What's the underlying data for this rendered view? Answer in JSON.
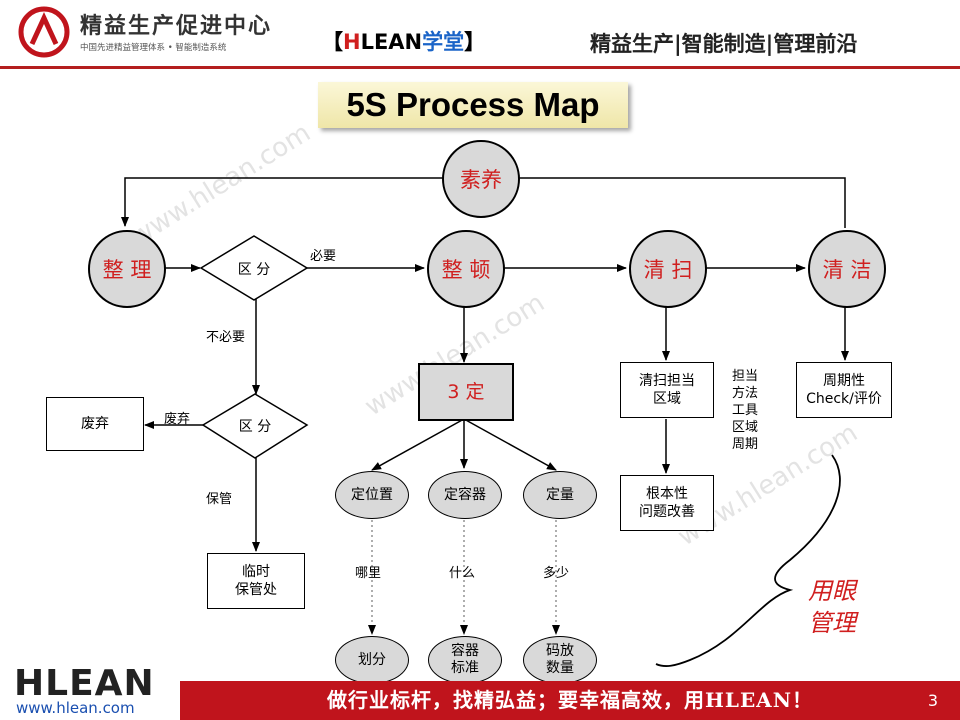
{
  "header": {
    "brand_name": "精益生产促进中心",
    "brand_sub": "中国先进精益管理体系 • 智能制造系统",
    "school_open": "【",
    "school_h": "H",
    "school_lean": "LEAN",
    "school_cn": "学堂",
    "school_close": "】",
    "slogan": "精益生产|智能制造|管理前沿"
  },
  "title": "5S Process Map",
  "watermark": "www.hlean.com",
  "nodes": {
    "suyang": "素养",
    "zhengli": "整 理",
    "zhengdun": "整 顿",
    "qingsao": "清 扫",
    "qingjie": "清 洁",
    "diamond1": "区 分",
    "diamond2": "区 分",
    "feiqi": "废弃",
    "linshi": "临时\n保管处",
    "sanding": "3 定",
    "dingweizhi": "定位置",
    "dingrongqi": "定容器",
    "dingliang": "定量",
    "huafen": "划分",
    "rongqi_biaozhun": "容器\n标准",
    "mafang_shuliang": "码放\n数量",
    "qingsao_danqu": "清扫担当\n区域",
    "genbenxing": "根本性\n问题改善",
    "zhouqixing": "周期性\nCheck/评价"
  },
  "labels": {
    "biyao": "必要",
    "bubiyao": "不必要",
    "feiqi_edge": "废弃",
    "baoguan": "保管",
    "nali": "哪里",
    "shenme": "什么",
    "duoshao": "多少",
    "dandang_list": "担当\n方法\n工具\n区域\n周期"
  },
  "eye_management": "用眼\n管理",
  "footer": {
    "slogan": "做行业标杆，找精弘益；要幸福高效，用HLEAN！",
    "page": "3",
    "logo": "HLEAN",
    "url": "www.hlean.com"
  }
}
